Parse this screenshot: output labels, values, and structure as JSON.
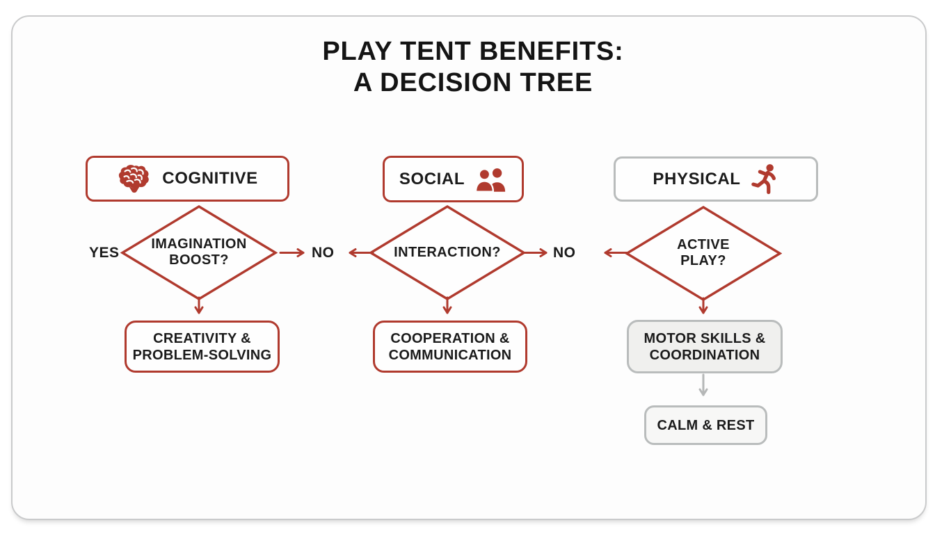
{
  "title": {
    "line1": "PLAY TENT BENEFITS:",
    "line2": "A DECISION TREE"
  },
  "colors": {
    "accent_red": "#b03a2e",
    "neutral_border": "#b9bcbc",
    "gray_arrow": "#b5b7b7",
    "text_dark": "#1b1b1b",
    "card_border": "#c9cacb",
    "soft_fill": "#f0f0ee",
    "softer_fill": "#f7f7f6"
  },
  "flow": {
    "yes_label": "YES",
    "no_labels": [
      "NO",
      "NO"
    ]
  },
  "columns": [
    {
      "id": "cognitive",
      "header": {
        "label": "COGNITIVE",
        "icon": "brain-icon",
        "style": "red",
        "icon_side": "left"
      },
      "decision": {
        "lines": [
          "IMAGINATION",
          "BOOST?"
        ]
      },
      "outcome": {
        "lines": [
          "CREATIVITY &",
          "PROBLEM-SOLVING"
        ],
        "style": "red"
      }
    },
    {
      "id": "social",
      "header": {
        "label": "SOCIAL",
        "icon": "people-icon",
        "style": "red",
        "icon_side": "right"
      },
      "decision": {
        "lines": [
          "INTERACTION?"
        ]
      },
      "outcome": {
        "lines": [
          "COOPERATION &",
          "COMMUNICATION"
        ],
        "style": "red"
      }
    },
    {
      "id": "physical",
      "header": {
        "label": "PHYSICAL",
        "icon": "runner-icon",
        "style": "gray",
        "icon_side": "right"
      },
      "decision": {
        "lines": [
          "ACTIVE",
          "PLAY?"
        ]
      },
      "outcome": {
        "lines": [
          "MOTOR SKILLS &",
          "COORDINATION"
        ],
        "style": "gray"
      },
      "secondary_outcome": {
        "label": "CALM & REST",
        "style": "gray"
      }
    }
  ]
}
